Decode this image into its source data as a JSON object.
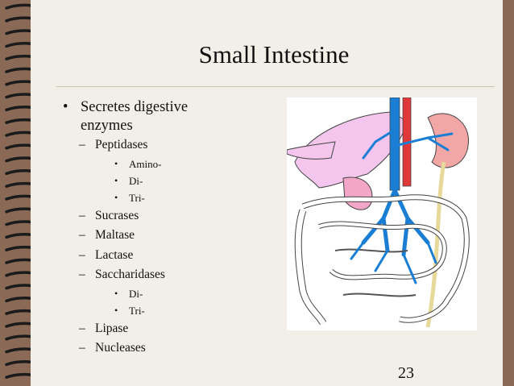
{
  "slide": {
    "title": "Small Intestine",
    "page_number": "23",
    "bullet_marker": "•",
    "dash_marker": "–",
    "items": [
      {
        "text": "Secretes digestive",
        "cont": "enzymes"
      },
      {
        "text": "Peptidases"
      },
      {
        "text": "Amino-"
      },
      {
        "text": "Di-"
      },
      {
        "text": "Tri-"
      },
      {
        "text": "Sucrases"
      },
      {
        "text": "Maltase"
      },
      {
        "text": "Lactase"
      },
      {
        "text": "Saccharidases"
      },
      {
        "text": "Di-"
      },
      {
        "text": "Tri-"
      },
      {
        "text": "Lipase"
      },
      {
        "text": "Nucleases"
      }
    ]
  },
  "colors": {
    "frame": "#8a6a56",
    "paper": "#f2efe8",
    "vessel_blue": "#1a7fd4",
    "artery_red": "#e0383a",
    "liver_pink": "#f4c6ee",
    "kidney_pink": "#f3a6a6",
    "ureter_tan": "#e6d99a"
  }
}
